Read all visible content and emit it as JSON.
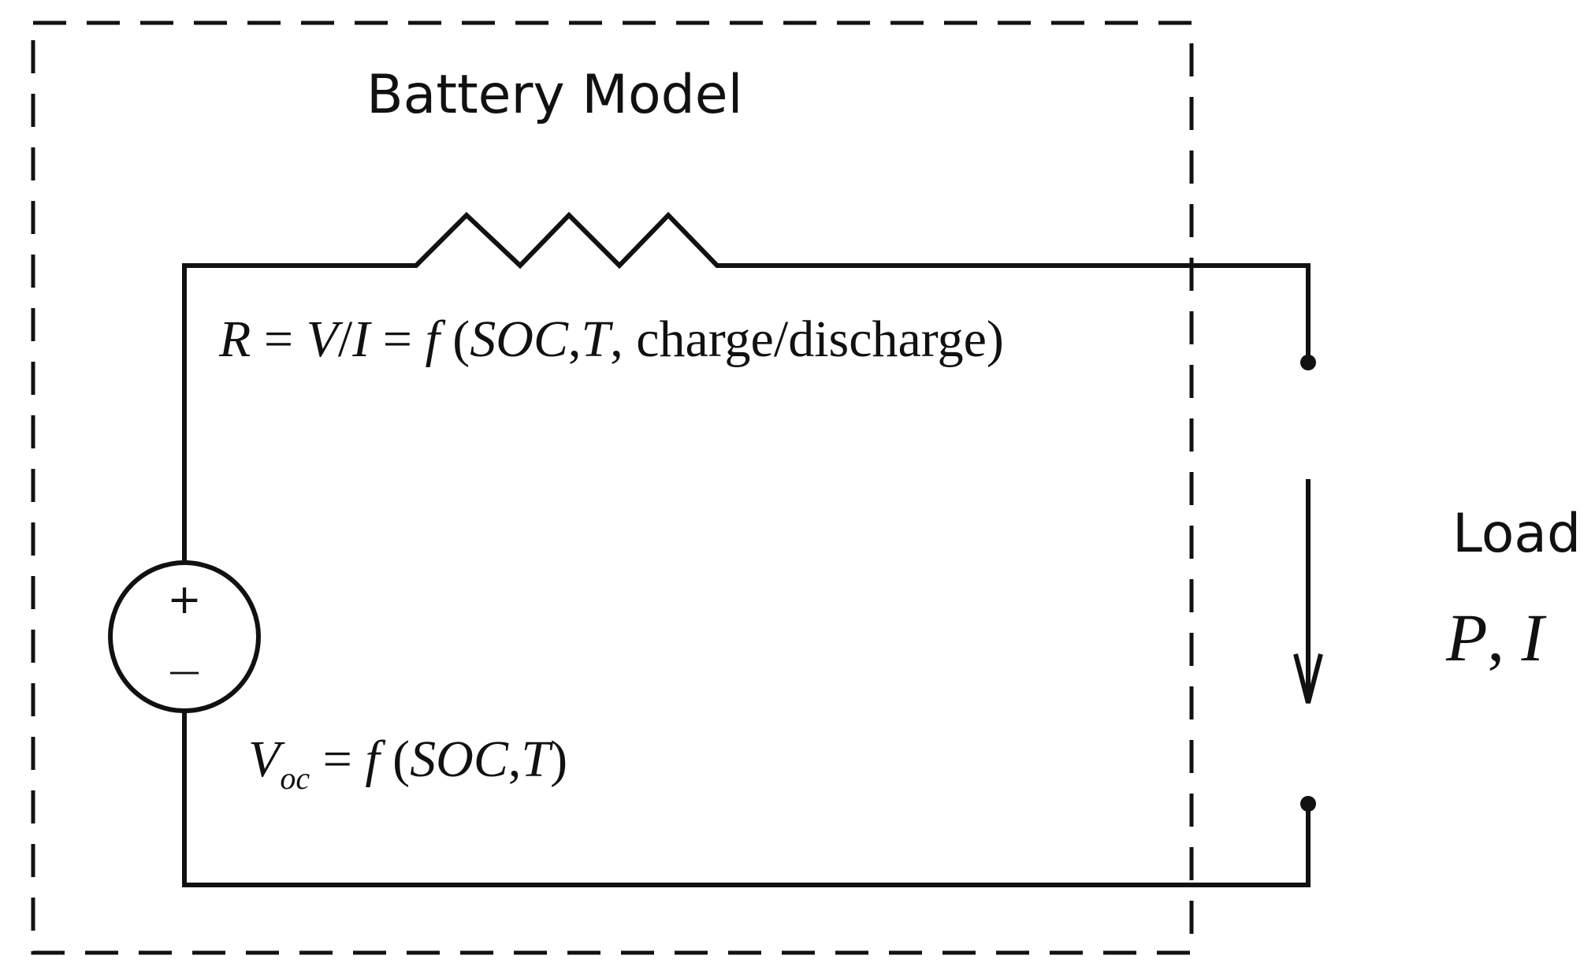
{
  "diagram": {
    "title": "Battery Model",
    "resistance_equation": {
      "lhs": "R",
      "eq1": " = ",
      "v": "V",
      "slash": "/",
      "i": "I",
      "eq2": " = ",
      "f": "f",
      "open": " (",
      "soc": "SOC",
      "comma1": ",",
      "t": "T",
      "comma2": ", ",
      "mode": "charge/discharge",
      "close": ")"
    },
    "voltage_equation": {
      "v": "V",
      "sub": "oc",
      "eq": " = ",
      "f": "f",
      "open": " (",
      "soc": "SOC",
      "comma": ",",
      "t": "T",
      "close": ")"
    },
    "source_plus": "+",
    "source_minus": "—",
    "load_label": "Load",
    "load_vars": {
      "p": "P",
      "comma": ", ",
      "i": "I"
    }
  }
}
